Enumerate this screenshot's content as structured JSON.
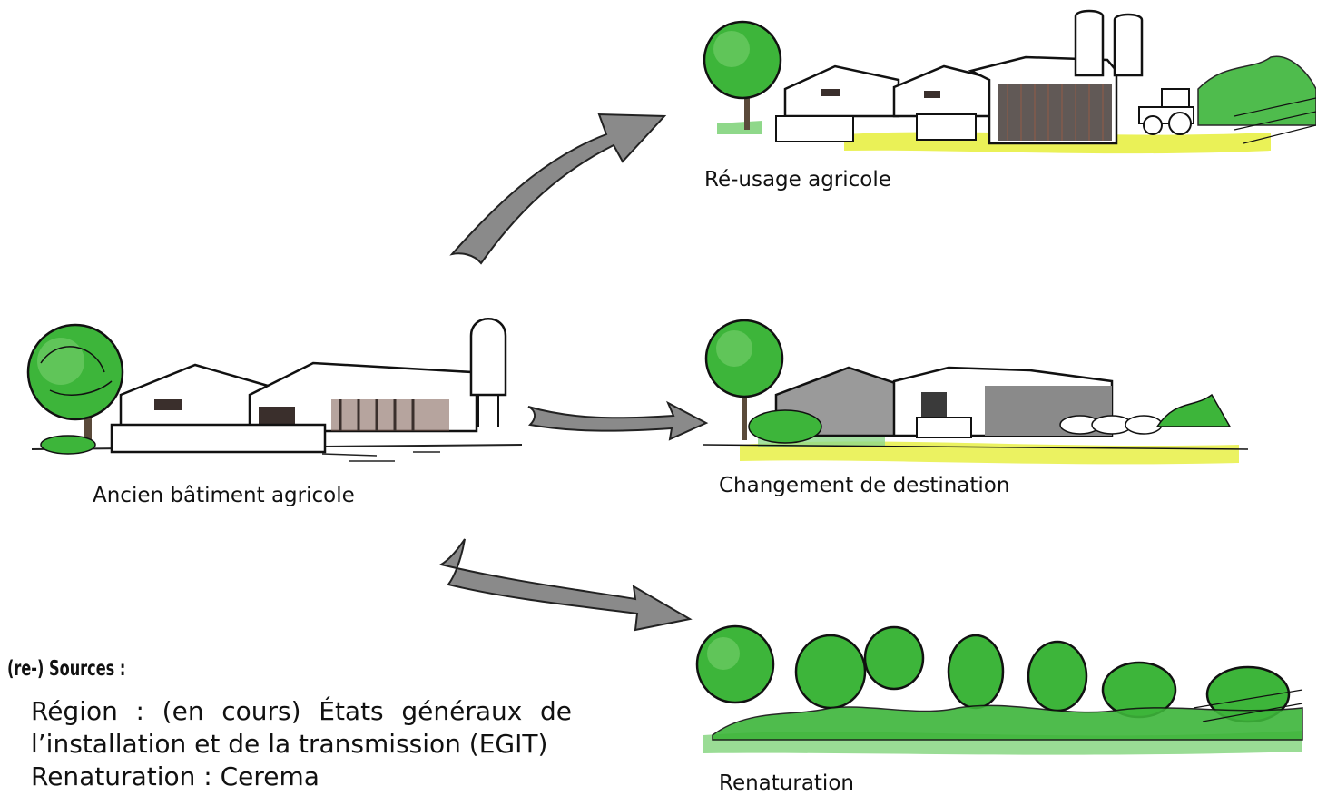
{
  "captions": {
    "source": "Ancien bâtiment agricole",
    "reuse": "Ré-usage agricole",
    "change": "Changement de destination",
    "renat": "Renaturation"
  },
  "sources": {
    "title": "(re-) Sources :",
    "line1_words": [
      "Région",
      ":",
      "(en",
      "cours)",
      "États",
      "généraux",
      "de"
    ],
    "line2": "l’installation et de la transmission (EGIT)",
    "line3": "Renaturation : Cerema"
  },
  "colors": {
    "tree_green": "#3db53a",
    "light_green": "#8fd88a",
    "yellow_grass": "#e6ef3a",
    "arrow_gray": "#8a8a8a",
    "dark_wall": "#3a2f2c"
  }
}
